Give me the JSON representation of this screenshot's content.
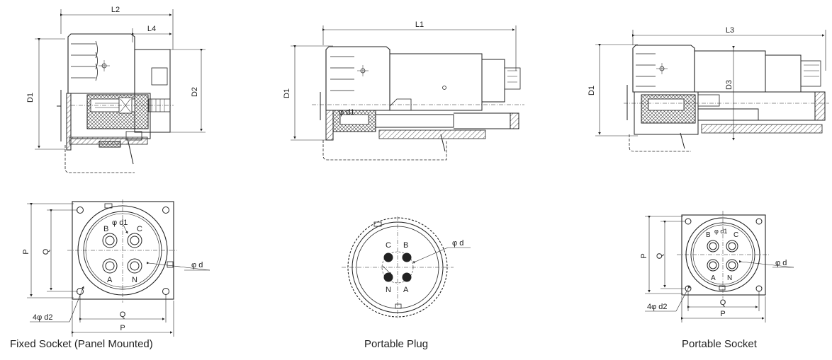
{
  "captions": {
    "fixed_socket": "Fixed Socket (Panel Mounted)",
    "portable_plug": "Portable Plug",
    "portable_socket": "Portable Socket"
  },
  "dimensions": {
    "L1": "L1",
    "L2": "L2",
    "L3": "L3",
    "L4": "L4",
    "D1": "D1",
    "D2": "D2",
    "D3": "D3",
    "P": "P",
    "Q": "Q",
    "phi_d": "φ d",
    "phi_d1": "φ d1",
    "four_phi_d2": "4φ d2"
  },
  "pins": {
    "A": "A",
    "B": "B",
    "C": "C",
    "N": "N"
  },
  "colors": {
    "line": "#222222",
    "hatch": "#444444",
    "pin_fill": "#222222"
  }
}
